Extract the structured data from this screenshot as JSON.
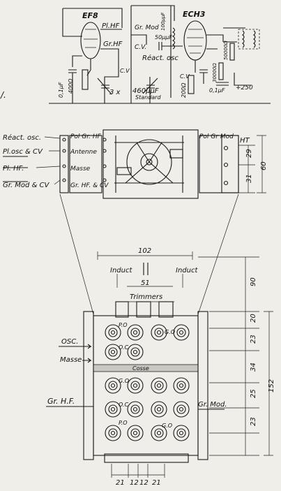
{
  "schematic": {
    "tube_left": "EF8",
    "tube_right": "ECH3",
    "labels": {
      "pl_hf": "Pl.HF",
      "gr_hf": "Gr.HF",
      "gr_mod": "Gr. Mod",
      "cv_top": "C.V.",
      "reac_osc": "Réact. osc",
      "cv_left": "C.V",
      "cv_right": "C.V",
      "r400": "400Ω",
      "c01_left": "0,1µF",
      "c3x": "3 x",
      "c460": "460µµF",
      "standard": "Standard",
      "c50pf": "50µµF",
      "c100pf": "100µµF",
      "r200": "200Ω",
      "c01_right": "0,1µF",
      "r30000": "30000Ω",
      "r50000": "50000Ω",
      "plus250": "+250"
    }
  },
  "side_view": {
    "left_labels": [
      "Réact. osc.",
      "Pl.osc & CV",
      "Pl. HF.",
      "Gr. Mod & CV"
    ],
    "inner_labels": [
      "Pol Gr. HF",
      "Antenne",
      "Masse",
      "Gr. HF. & CV"
    ],
    "right_top": "Pol Gr Mod",
    "right_ht": "HT",
    "dims": [
      "29",
      "31",
      "60"
    ]
  },
  "front_view": {
    "top_dim": "102",
    "induct_left": "Induct",
    "induct_right": "Induct",
    "dim_51": "51",
    "trimmers": "Trimmers",
    "row_labels": [
      "P.O",
      "G.O",
      "O.C",
      "G.O",
      "O.C",
      "P.O",
      "G.O"
    ],
    "osc": "OSC.",
    "masse": "Masse",
    "cosse": "Cosse",
    "gr_hf": "Gr. H.F.",
    "gr_mod": "Gr. Mod.",
    "right_dims": [
      "90",
      "20",
      "23",
      "34",
      "152",
      "25",
      "23"
    ],
    "bottom_dims": [
      "21",
      "12",
      "12",
      "21"
    ]
  },
  "margin_mark": "/."
}
